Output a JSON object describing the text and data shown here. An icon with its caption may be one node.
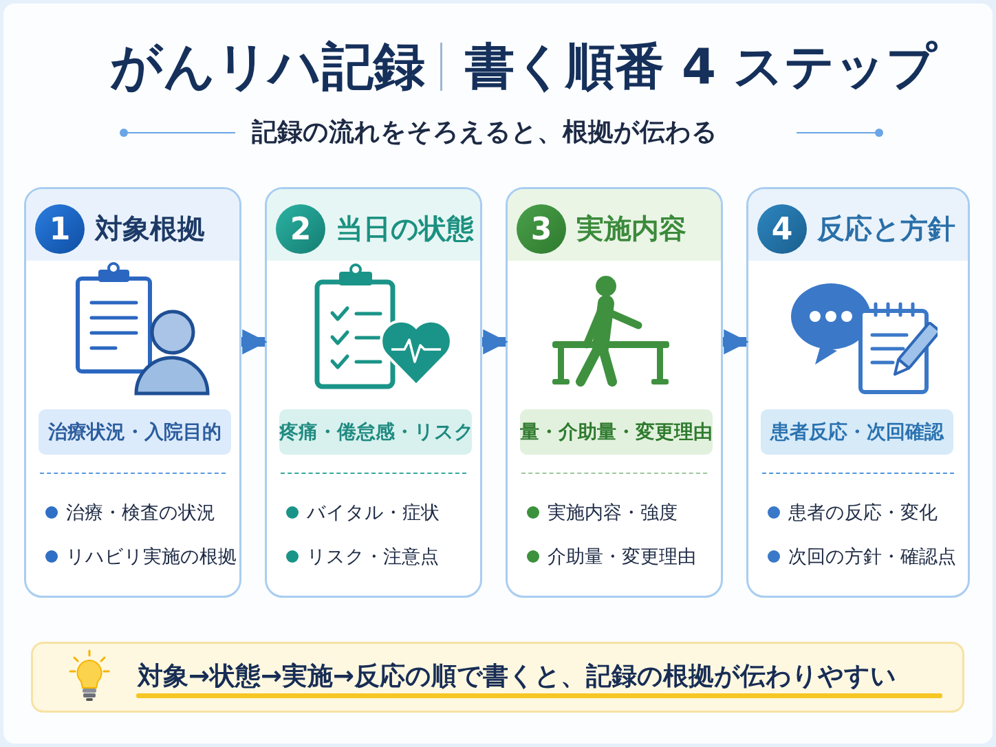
{
  "diagram": {
    "title": "がんリハ記録",
    "nodes": [
      {
        "text": [
          "対象根拠",
          "治療・検査の状況",
          "リハビリ実施の根拠"
        ]
      },
      {
        "text": [
          "1"
        ],
        "in": 0
      },
      {
        "text": [
          "治療状況・入院目的"
        ],
        "in": 0
      },
      {
        "text": [
          "当日の状態",
          "バイタル・症状",
          "リスク・注意点"
        ]
      },
      {
        "text": [
          "2"
        ],
        "in": 3
      },
      {
        "text": [
          "疼痛・倦怠感・リスク"
        ],
        "in": 3
      },
      {
        "text": [
          "実施内容",
          "実施内容・強度",
          "介助量・変更理由"
        ]
      },
      {
        "text": [
          "3"
        ],
        "in": 6
      },
      {
        "text": [
          "量・介助量・変更理由"
        ],
        "in": 6
      },
      {
        "text": [
          "反応と方針",
          "患者の反応・変化",
          "次回の方針・確認点"
        ]
      },
      {
        "text": [
          "4"
        ],
        "in": 9
      },
      {
        "text": [
          "患者反応・次回確認"
        ],
        "in": 9
      },
      {
        "text": [
          "対象→状態→実施→反応の順で書くと、記録の根拠が伝わりやすい"
        ]
      }
    ],
    "edges": [
      {
        "from": 0,
        "to": 3,
        "arrow": "to"
      },
      {
        "from": 3,
        "to": 6,
        "arrow": "to"
      },
      {
        "from": 6,
        "to": 9,
        "arrow": "to"
      }
    ],
    "labels": [
      "書く順番 4 ステップ",
      "記録の流れをそろえると、根拠が伝わる"
    ]
  }
}
